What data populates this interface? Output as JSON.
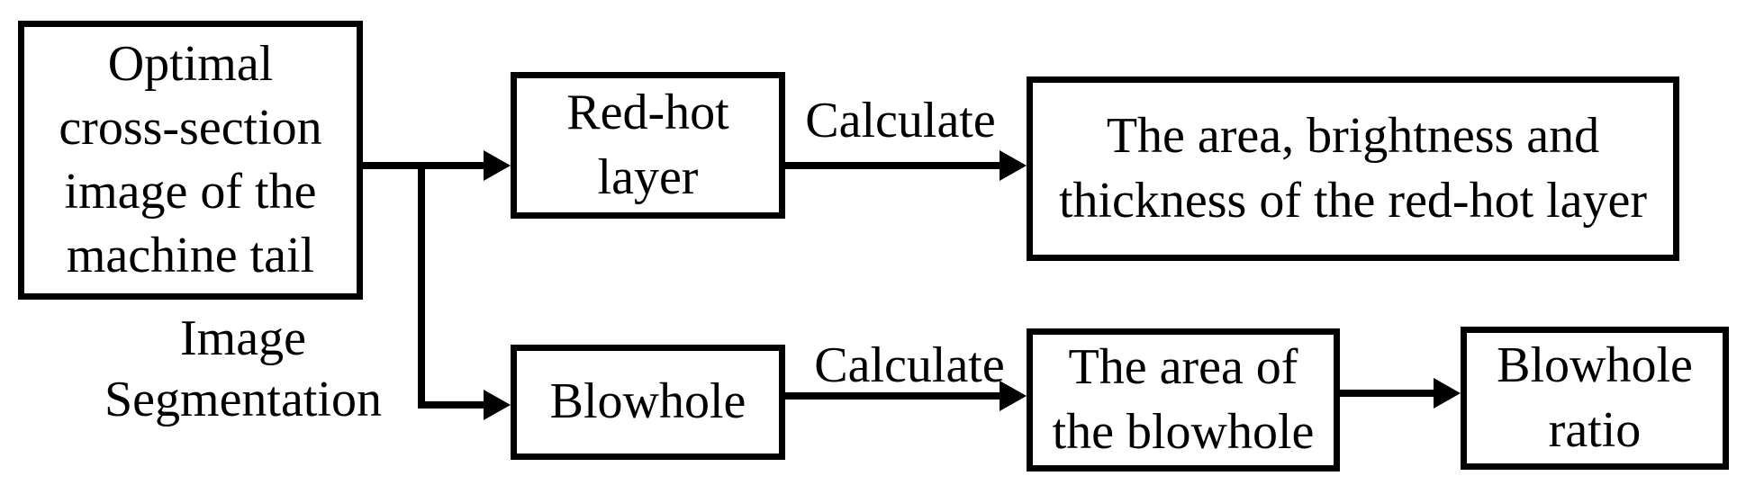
{
  "diagram": {
    "description": "Flowchart of image segmentation of the optimal cross-section image of the machine tail into red-hot layer and blowhole features",
    "nodes": {
      "source": {
        "label": "Optimal\ncross-section\nimage of the\nmachine tail"
      },
      "redhot": {
        "label": "Red-hot\nlayer"
      },
      "result_redhot": {
        "label": "The area, brightness and\nthickness of the red-hot layer"
      },
      "blowhole": {
        "label": "Blowhole"
      },
      "area_blowhole": {
        "label": "The area of\nthe blowhole"
      },
      "blowhole_ratio": {
        "label": "Blowhole\nratio"
      }
    },
    "edge_labels": {
      "segmentation": "Image\nSegmentation",
      "calculate_top": "Calculate",
      "calculate_bottom": "Calculate"
    },
    "colors": {
      "stroke": "#000000",
      "text": "#000000",
      "background": "#ffffff"
    }
  }
}
